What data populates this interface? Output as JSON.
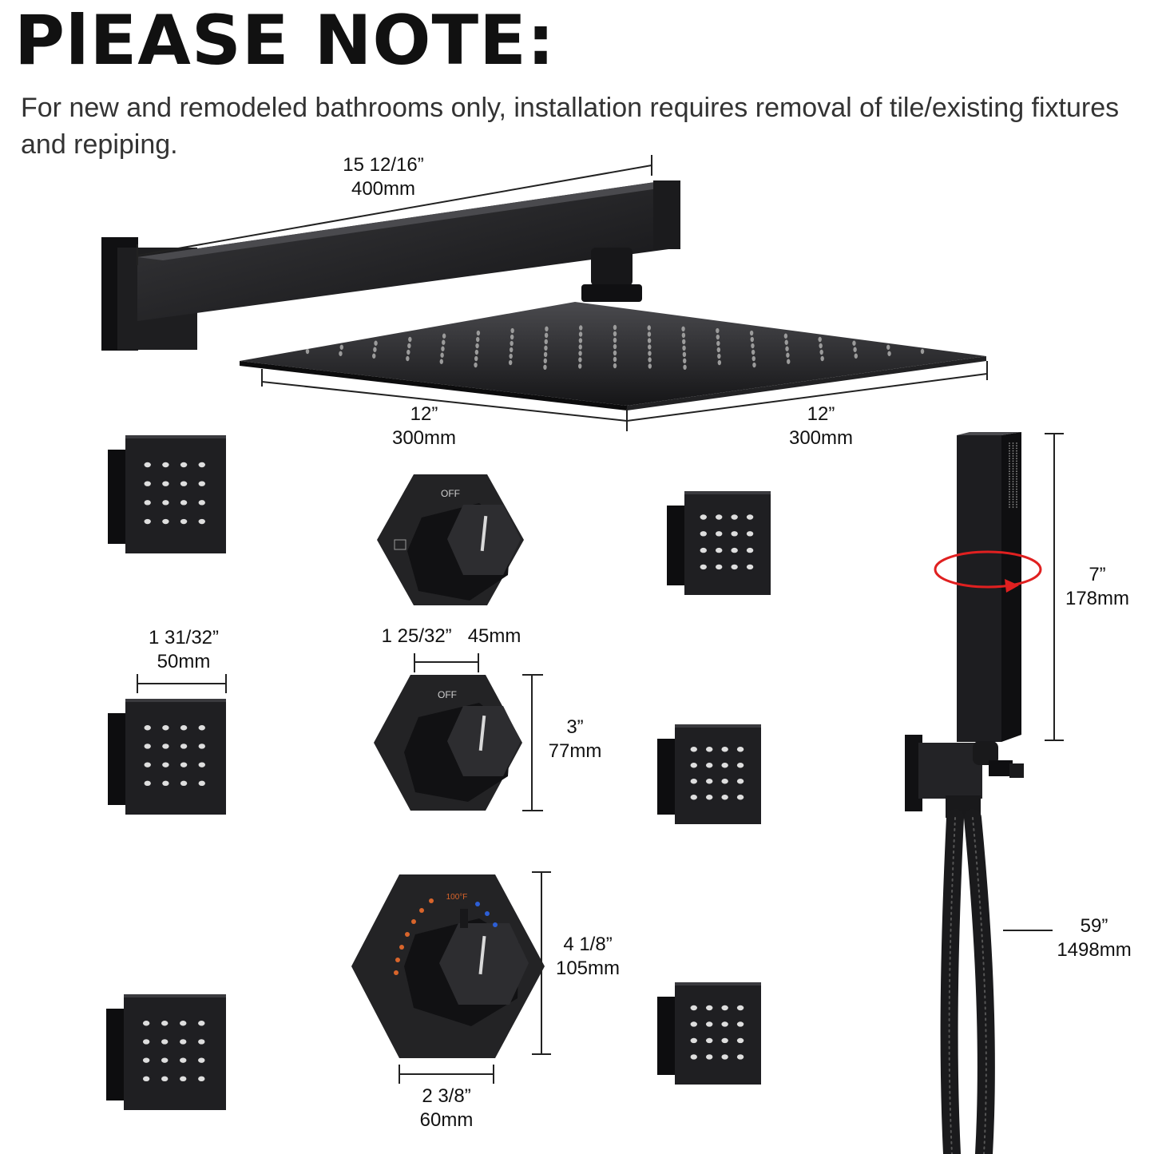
{
  "header": {
    "title": "PlEASE NOTE:",
    "subtitle": "For new and remodeled bathrooms only, installation requires removal of tile/existing fixtures and repiping."
  },
  "dimensions": {
    "arm": {
      "inch": "15 12/16”",
      "mm": "400mm"
    },
    "head_left": {
      "inch": "12”",
      "mm": "300mm"
    },
    "head_right": {
      "inch": "12”",
      "mm": "300mm"
    },
    "body_jet": {
      "inch": "1 31/32”",
      "mm": "50mm"
    },
    "diverter_width": {
      "inch": "1 25/32”",
      "mm": "45mm"
    },
    "diverter_height": {
      "inch": "3”",
      "mm": "77mm"
    },
    "thermostat_height": {
      "inch": "4 1/8”",
      "mm": "105mm"
    },
    "thermostat_width": {
      "inch": "2 3/8”",
      "mm": "60mm"
    },
    "handheld": {
      "inch": "7”",
      "mm": "178mm"
    },
    "hose": {
      "inch": "59”",
      "mm": "1498mm"
    }
  },
  "valve_labels": {
    "off_top": "OFF",
    "off_mid": "OFF",
    "temp_mark": "100°F"
  },
  "colors": {
    "product": "#1c1c1e",
    "rotation_arrow": "#e02020",
    "hot_dots": "#d9652b",
    "cold_dots": "#2d5fd6"
  }
}
